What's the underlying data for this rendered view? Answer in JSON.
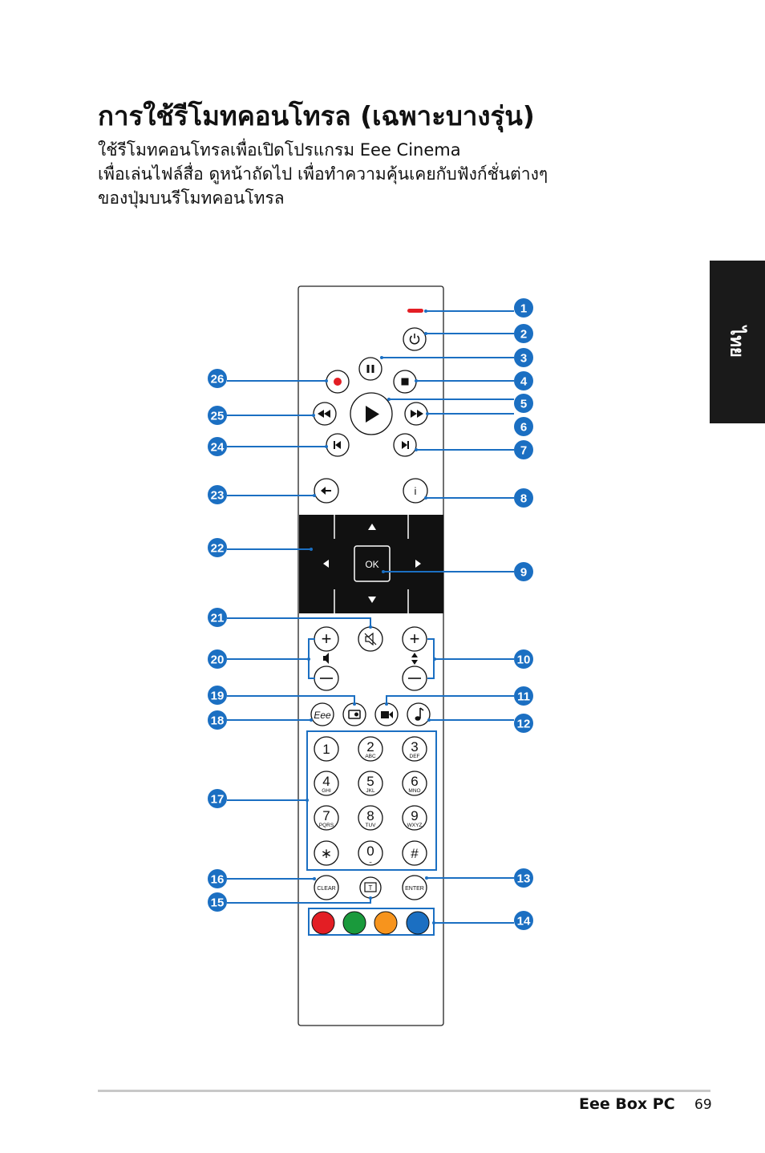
{
  "page": {
    "title": "การใช้รีโมทคอนโทรล (เฉพาะบางรุ่น)",
    "intro_lines": [
      "ใช้รีโมทคอนโทรลเพื่อเปิดโปรแกรม Eee Cinema",
      "เพื่อเล่นไฟล์สื่อ ดูหน้าถัดไป เพื่อทำความคุ้นเคยกับฟังก์ชั่นต่างๆ",
      "ของปุ่มบนรีโมทคอนโทรล"
    ],
    "language_tab": "ไทย",
    "footer": {
      "product": "Eee Box PC",
      "page_number": "69"
    }
  },
  "remote": {
    "ok_label": "OK",
    "keypad": [
      {
        "digit": "1",
        "letters": ""
      },
      {
        "digit": "2",
        "letters": "ABC"
      },
      {
        "digit": "3",
        "letters": "DEF"
      },
      {
        "digit": "4",
        "letters": "GHI"
      },
      {
        "digit": "5",
        "letters": "JKL"
      },
      {
        "digit": "6",
        "letters": "MNO"
      },
      {
        "digit": "7",
        "letters": "PQRS"
      },
      {
        "digit": "8",
        "letters": "TUV"
      },
      {
        "digit": "9",
        "letters": "WXYZ"
      },
      {
        "digit": "∗",
        "letters": ""
      },
      {
        "digit": "0",
        "letters": "⎵"
      },
      {
        "digit": "#",
        "letters": ""
      }
    ],
    "clear_label": "CLEAR",
    "enter_label": "ENTER",
    "color_buttons": [
      "#e31e24",
      "#1a9a3c",
      "#f7941d",
      "#1b6fc2"
    ],
    "callout_numbers": [
      "1",
      "2",
      "3",
      "4",
      "5",
      "6",
      "7",
      "8",
      "9",
      "10",
      "11",
      "12",
      "13",
      "14",
      "15",
      "16",
      "17",
      "18",
      "19",
      "20",
      "21",
      "22",
      "23",
      "24",
      "25",
      "26"
    ],
    "callout_color": "#1b6fc2"
  }
}
